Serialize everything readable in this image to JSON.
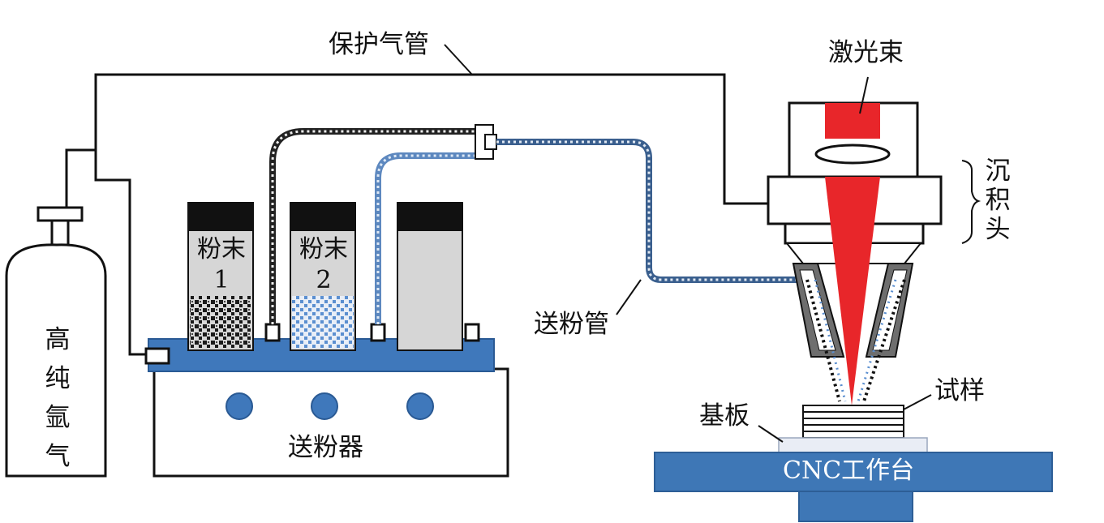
{
  "labels": {
    "shield_gas_tube": "保护气管",
    "laser_beam": "激光束",
    "deposition_head": "沉积头",
    "powder_tube": "送粉管",
    "specimen": "试样",
    "substrate": "基板",
    "cnc_table": "CNC工作台",
    "powder_feeder": "送粉器",
    "argon_cylinder": "高纯氩气",
    "powder1_name": "粉末",
    "powder1_number": "1",
    "powder2_name": "粉末",
    "powder2_number": "2"
  },
  "colors": {
    "laser_red": "#e8262a",
    "table_blue": "#3e77b6",
    "feeder_blue": "#3f78bb",
    "powder2_blue": "#6b9bd6",
    "outline": "#111111",
    "hopper_gray": "#d6d6d6"
  }
}
